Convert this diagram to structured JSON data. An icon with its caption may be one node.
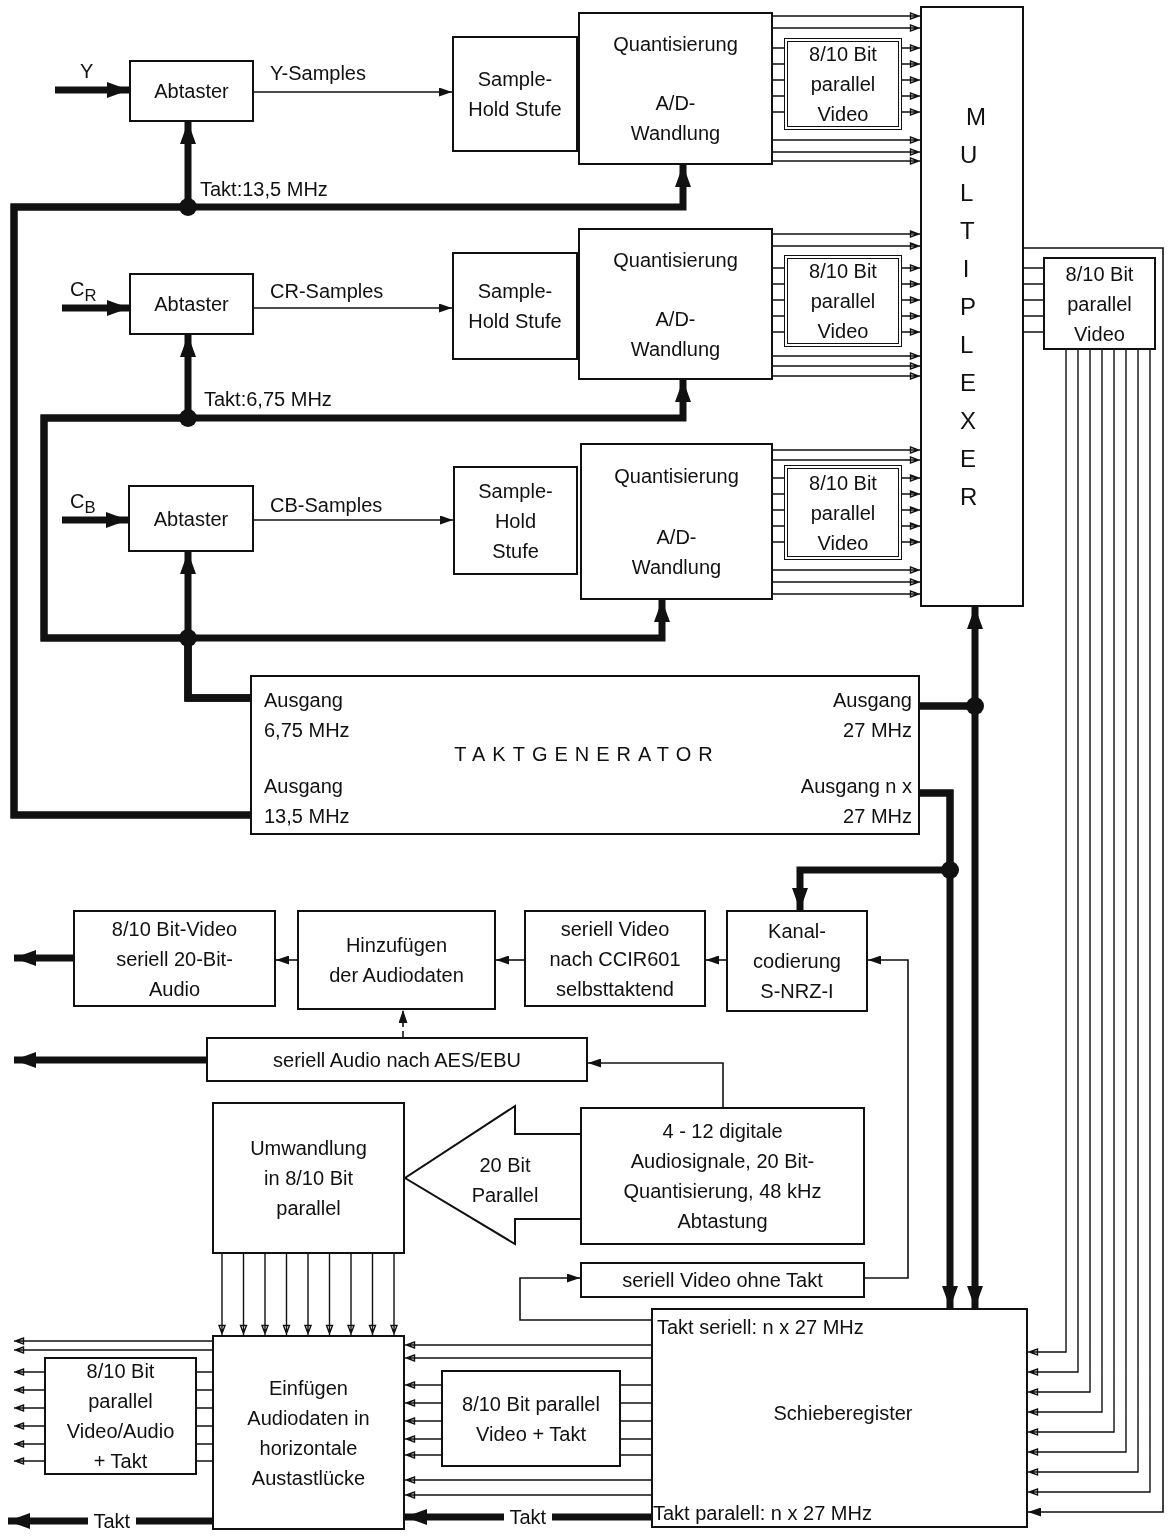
{
  "diagram": {
    "nodes": [
      {
        "text": [
          "Abtaster"
        ]
      },
      {
        "text": [
          "Sample-Hold Stufe"
        ]
      },
      {
        "text": [
          "Quantisierung",
          "A/D-Wandlung"
        ]
      },
      {
        "text": [
          "8/10 Bit parallel Video"
        ]
      },
      {
        "text": [
          "MULTIPLEXER"
        ]
      },
      {
        "text": [
          "Abtaster"
        ]
      },
      {
        "text": [
          "Sample-Hold Stufe"
        ]
      },
      {
        "text": [
          "Quantisierung",
          "A/D-Wandlung"
        ]
      },
      {
        "text": [
          "8/10 Bit parallel Video"
        ]
      },
      {
        "text": [
          "8/10 Bit parallel Video"
        ]
      },
      {
        "text": [
          "Abtaster"
        ]
      },
      {
        "text": [
          "Sample-Hold Stufe"
        ]
      },
      {
        "text": [
          "Quantisierung",
          "A/D-Wandlung"
        ]
      },
      {
        "text": [
          "8/10 Bit parallel Video"
        ]
      },
      {
        "text": [
          "Ausgang 6,75 MHz",
          "Ausgang 27 MHz",
          "TAKTGENERATOR",
          "Ausgang 13,5 MHz",
          "Ausgang n x 27 MHz"
        ]
      },
      {
        "text": [
          "8/10 Bit-Video seriell 20-Bit-Audio"
        ]
      },
      {
        "text": [
          "Hinzufügen der Audiodaten"
        ]
      },
      {
        "text": [
          "seriell Video nach CCIR601 selbsttaktend"
        ]
      },
      {
        "text": [
          "Kanal-codierung S-NRZ-I"
        ]
      },
      {
        "text": [
          "seriell Audio nach AES/EBU"
        ]
      },
      {
        "text": [
          "Umwandlung in 8/10 Bit parallel"
        ]
      },
      {
        "text": [
          "4 - 12 digitale Audiosignale, 20 Bit-Quantisierung, 48 kHz Abtastung"
        ]
      },
      {
        "text": [
          "seriell Video ohne Takt"
        ]
      },
      {
        "text": [
          "Takt seriell: n x 27 MHz",
          "Schieberegister",
          "Takt paralell: n x 27 MHz"
        ]
      },
      {
        "text": [
          "Einfügen Audiodaten in horizontale Austastlücke"
        ]
      },
      {
        "text": [
          "8/10 Bit parallel Video/Audio + Takt"
        ]
      },
      {
        "text": [
          "8/10 Bit parallel Video + Takt"
        ]
      }
    ],
    "edges": [
      {
        "from": null,
        "to": 0,
        "arrow": "to",
        "label": "Y",
        "style": "thick"
      },
      {
        "from": 0,
        "to": 1,
        "arrow": "to",
        "label": "Y-Samples"
      },
      {
        "from": 2,
        "to": 4,
        "arrow": "to"
      },
      {
        "from": 2,
        "to": 3,
        "arrow": "none"
      },
      {
        "from": 3,
        "to": 4,
        "arrow": "to"
      },
      {
        "from": 14,
        "to": 0,
        "arrow": "to",
        "label": "Takt:13,5 MHz",
        "style": "thick"
      },
      {
        "from": 14,
        "to": 2,
        "arrow": "to",
        "style": "thick"
      },
      {
        "from": null,
        "to": 5,
        "arrow": "to",
        "label": "C$_{R}$",
        "style": "thick"
      },
      {
        "from": 5,
        "to": 6,
        "arrow": "to",
        "label": "CR-Samples"
      },
      {
        "from": 7,
        "to": 4,
        "arrow": "to"
      },
      {
        "from": 7,
        "to": 8,
        "arrow": "none"
      },
      {
        "from": 8,
        "to": 4,
        "arrow": "to"
      },
      {
        "from": 14,
        "to": 5,
        "arrow": "to",
        "label": "Takt:6,75 MHz",
        "style": "thick"
      },
      {
        "from": 14,
        "to": 7,
        "arrow": "to",
        "style": "thick"
      },
      {
        "from": null,
        "to": 10,
        "arrow": "to",
        "label": "C$_{B}$",
        "style": "thick"
      },
      {
        "from": 10,
        "to": 11,
        "arrow": "to",
        "label": "CB-Samples"
      },
      {
        "from": 12,
        "to": 4,
        "arrow": "to"
      },
      {
        "from": 12,
        "to": 13,
        "arrow": "none"
      },
      {
        "from": 13,
        "to": 4,
        "arrow": "to"
      },
      {
        "from": 14,
        "to": 10,
        "arrow": "to",
        "style": "thick"
      },
      {
        "from": 14,
        "to": 12,
        "arrow": "to",
        "style": "thick"
      },
      {
        "from": 4,
        "to": 23,
        "arrow": "to"
      },
      {
        "from": 4,
        "to": 9,
        "arrow": "none"
      },
      {
        "from": 9,
        "to": 23,
        "arrow": "to"
      },
      {
        "from": 14,
        "to": 4,
        "arrow": "to",
        "style": "thick"
      },
      {
        "from": 14,
        "to": 23,
        "arrow": "to",
        "style": "thick"
      },
      {
        "from": 14,
        "to": 23,
        "arrow": "to",
        "style": "thick"
      },
      {
        "from": 14,
        "to": 18,
        "arrow": "to",
        "style": "thick"
      },
      {
        "from": 18,
        "to": 17,
        "arrow": "to"
      },
      {
        "from": 17,
        "to": 16,
        "arrow": "to"
      },
      {
        "from": 16,
        "to": 15,
        "arrow": "to"
      },
      {
        "from": 15,
        "to": null,
        "arrow": "to",
        "style": "thick"
      },
      {
        "from": 21,
        "to": 19,
        "arrow": "to"
      },
      {
        "from": 19,
        "to": 16,
        "arrow": "to",
        "style": "dashed"
      },
      {
        "from": 19,
        "to": null,
        "arrow": "to",
        "style": "thick"
      },
      {
        "from": 21,
        "to": 20,
        "arrow": "to",
        "label": "20 Bit Parallel"
      },
      {
        "from": 23,
        "to": 22,
        "arrow": "to"
      },
      {
        "from": 22,
        "to": 18,
        "arrow": "to"
      },
      {
        "from": 20,
        "to": 24,
        "arrow": "to"
      },
      {
        "from": 23,
        "to": 24,
        "arrow": "to"
      },
      {
        "from": 23,
        "to": 26,
        "arrow": "none"
      },
      {
        "from": 26,
        "to": 24,
        "arrow": "to"
      },
      {
        "from": 23,
        "to": 24,
        "arrow": "to",
        "label": "Takt",
        "style": "thick"
      },
      {
        "from": 24,
        "to": null,
        "arrow": "to"
      },
      {
        "from": 24,
        "to": 25,
        "arrow": "none"
      },
      {
        "from": 25,
        "to": null,
        "arrow": "to"
      },
      {
        "from": 24,
        "to": null,
        "arrow": "to",
        "label": "Takt",
        "style": "thick"
      }
    ]
  }
}
